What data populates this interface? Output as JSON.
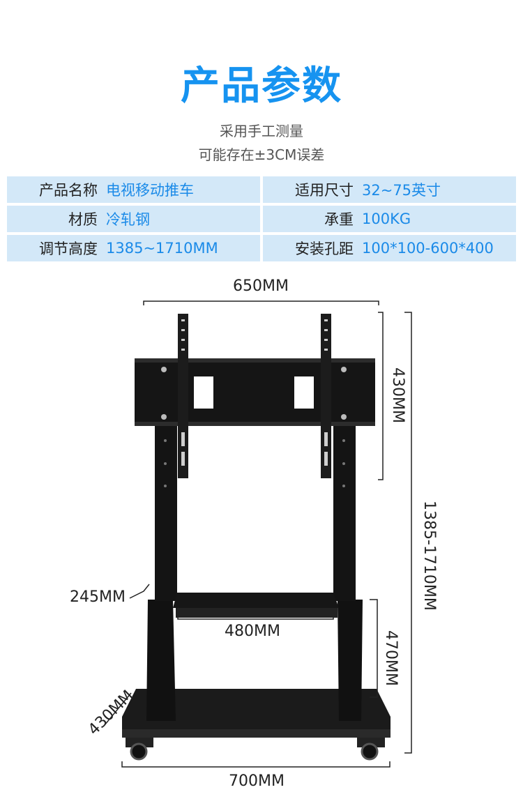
{
  "title": "产品参数",
  "subtitle_1": "采用手工测量",
  "subtitle_2": "可能存在±3CM误差",
  "specs": [
    {
      "label": "产品名称",
      "value": "电视移动推车"
    },
    {
      "label": "适用尺寸",
      "value": "32~75英寸"
    },
    {
      "label": "材质",
      "value": "冷轧钢"
    },
    {
      "label": "承重",
      "value": "100KG"
    },
    {
      "label": "调节高度",
      "value": "1385~1710MM"
    },
    {
      "label": "安装孔距",
      "value": "100*100-600*400"
    }
  ],
  "dimensions": {
    "top_width": "650MM",
    "mount_height": "430MM",
    "total_height": "1385-1710MM",
    "shelf_depth": "245MM",
    "shelf_width": "480MM",
    "shelf_height": "470MM",
    "base_depth": "430MM",
    "base_width": "700MM"
  },
  "colors": {
    "accent": "#1693f0",
    "table_bg": "#d3e8f8",
    "value_text": "#1a8ae8"
  }
}
